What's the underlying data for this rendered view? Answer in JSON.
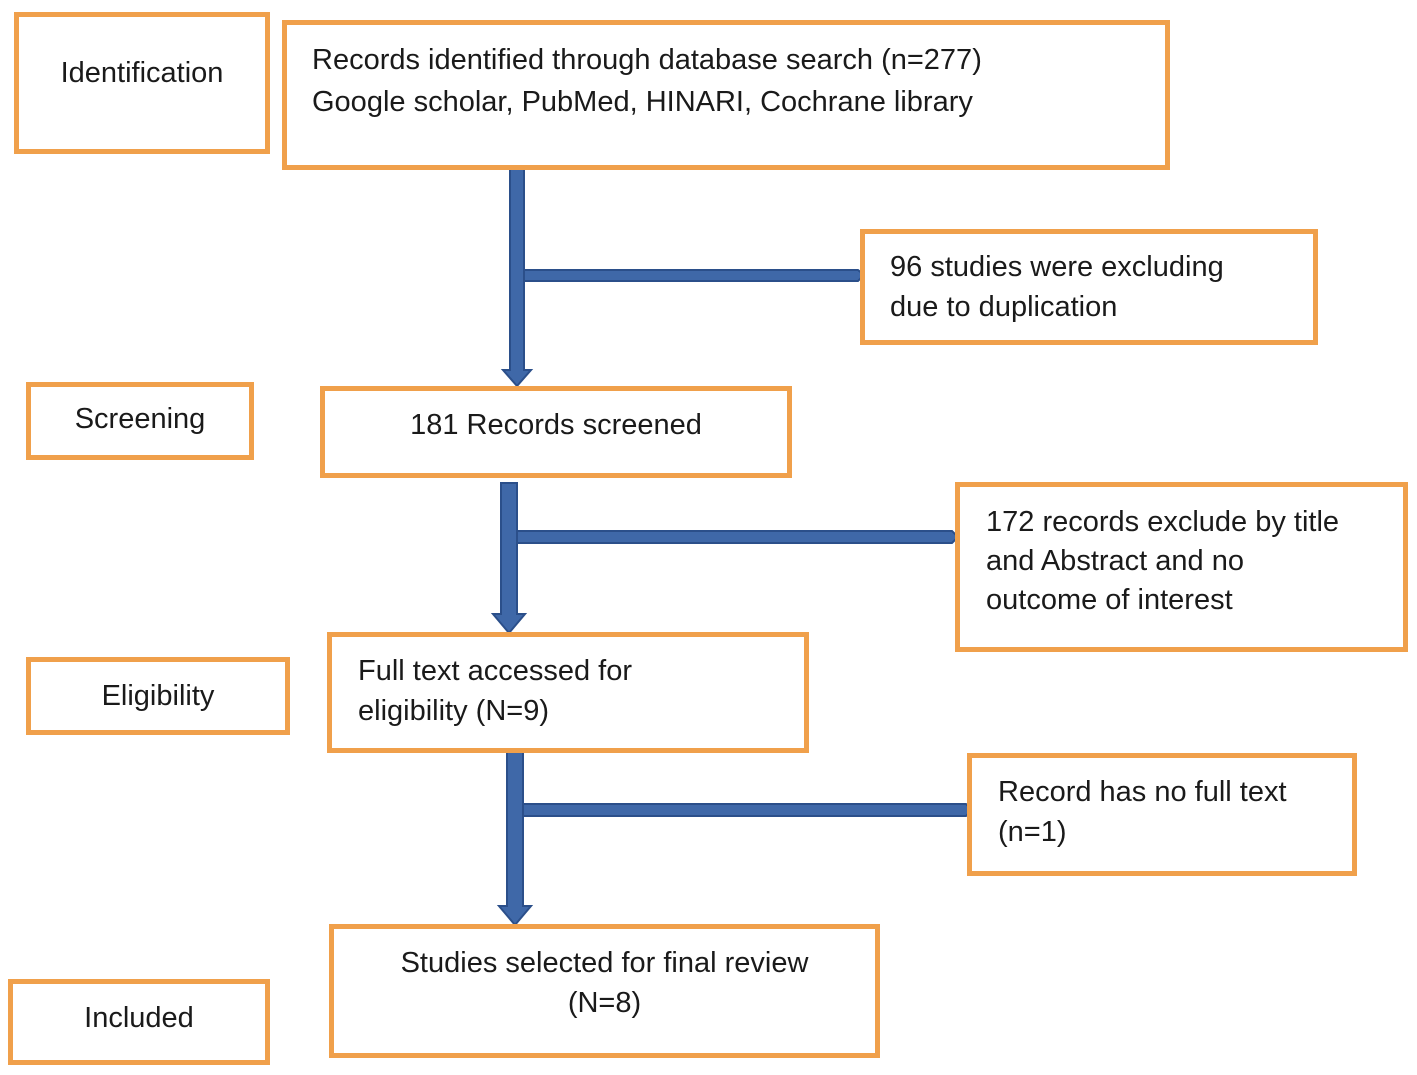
{
  "stages": {
    "identification": "Identification",
    "screening": "Screening",
    "eligibility": "Eligibility",
    "included": "Included"
  },
  "boxes": {
    "identified_line1": "Records identified through database search (n=277)",
    "identified_line2": "Google scholar, PubMed, HINARI, Cochrane library",
    "duplicates_line1": "96 studies were excluding",
    "duplicates_line2": "due to duplication",
    "screened": "181 Records screened",
    "excluded_line1": "172 records exclude by title",
    "excluded_line2": "and Abstract and no",
    "excluded_line3": "outcome of interest",
    "fulltext_line1": "Full text accessed for",
    "fulltext_line2": "eligibility (N=9)",
    "nofulltext_line1": "Record has no full text",
    "nofulltext_line2": "(n=1)",
    "final_line1": "Studies selected for final review",
    "final_line2": "(N=8)"
  },
  "colors": {
    "box_border": "#f0a04b",
    "arrow_fill": "#3f68a8",
    "arrow_outline": "#2b4f8a"
  }
}
